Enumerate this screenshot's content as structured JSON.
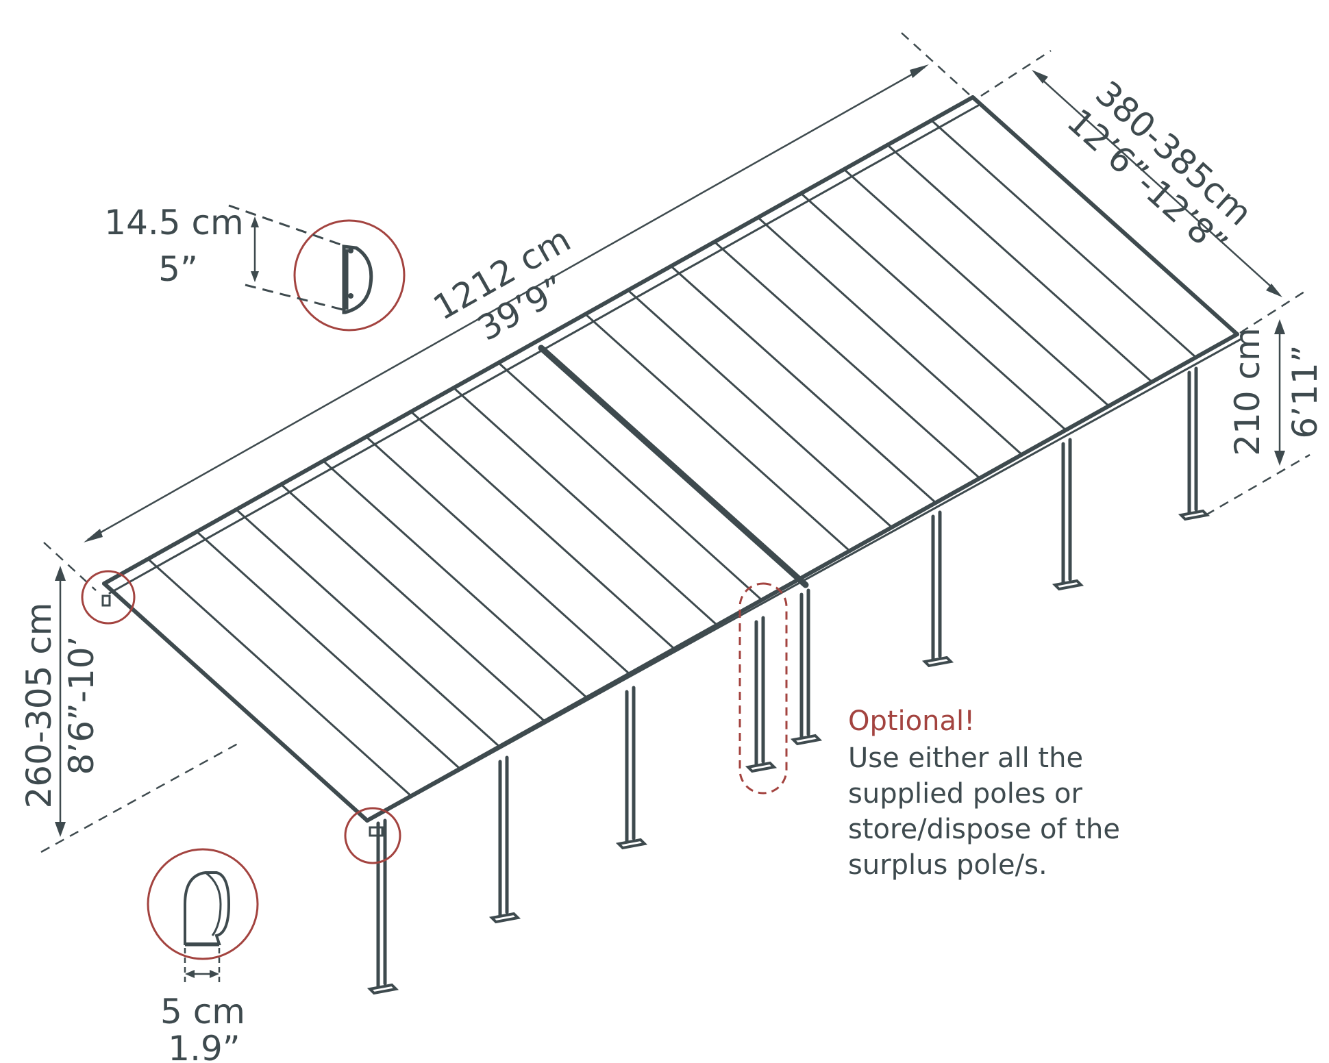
{
  "colors": {
    "line": "#3e4a4e",
    "accent": "#a3433f",
    "dim": "#3e4a4e",
    "background": "#ffffff"
  },
  "dimensions": {
    "length": {
      "metric": "1212 cm",
      "imperial": "39’9”"
    },
    "depth": {
      "metric": "380-385cm",
      "imperial": "12’6”-12’8”"
    },
    "rear_height": {
      "metric": "210 cm",
      "imperial": "6’11”"
    },
    "front_height": {
      "metric": "260-305 cm",
      "imperial": "8’6”-10’"
    },
    "gutter_profile": {
      "metric": "14.5 cm",
      "imperial": "5”"
    },
    "post_diameter": {
      "metric": "5 cm",
      "imperial": "1.9”"
    }
  },
  "note": {
    "title": "Optional!",
    "lines": [
      "Use either all the",
      "supplied poles or",
      "store/dispose of the",
      "surplus pole/s."
    ]
  },
  "icons": [
    "gutter-profile-icon",
    "post-profile-icon",
    "optional-pole-icon"
  ]
}
